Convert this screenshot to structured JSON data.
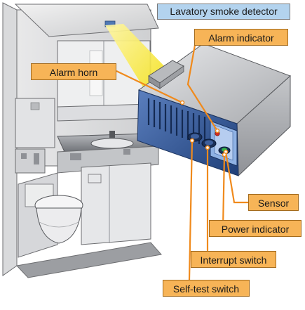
{
  "title": "Lavatory smoke detector",
  "callouts": {
    "alarm_indicator": "Alarm indicator",
    "alarm_horn": "Alarm horn",
    "sensor": "Sensor",
    "power_indicator": "Power indicator",
    "interrupt_switch": "Interrupt switch",
    "self_test_switch": "Self-test switch"
  },
  "colors": {
    "title_box": "#b3d3ee",
    "callout_box": "#f7b457",
    "leader_line": "#f08a1c",
    "detector_blue": "#2f5a9a",
    "light_beam": "#f4e41a",
    "indicator_green": "#2fb34a",
    "indicator_red": "#d42a1e"
  }
}
